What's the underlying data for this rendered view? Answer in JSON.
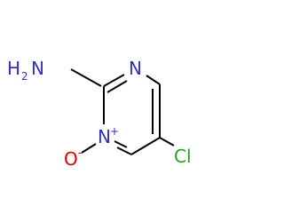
{
  "atoms": {
    "amine_h": "H",
    "amine_subscript": "2",
    "amine_n": "N",
    "ring_n3": "N",
    "ring_n1": "N",
    "n1_charge": "+",
    "oxide_o": "O",
    "oxide_charge": "-",
    "chlorine": "Cl"
  },
  "colors": {
    "nitrogen": "#3030c8",
    "oxygen": "#e00000",
    "chlorine": "#20a020",
    "bond": "#000000"
  }
}
